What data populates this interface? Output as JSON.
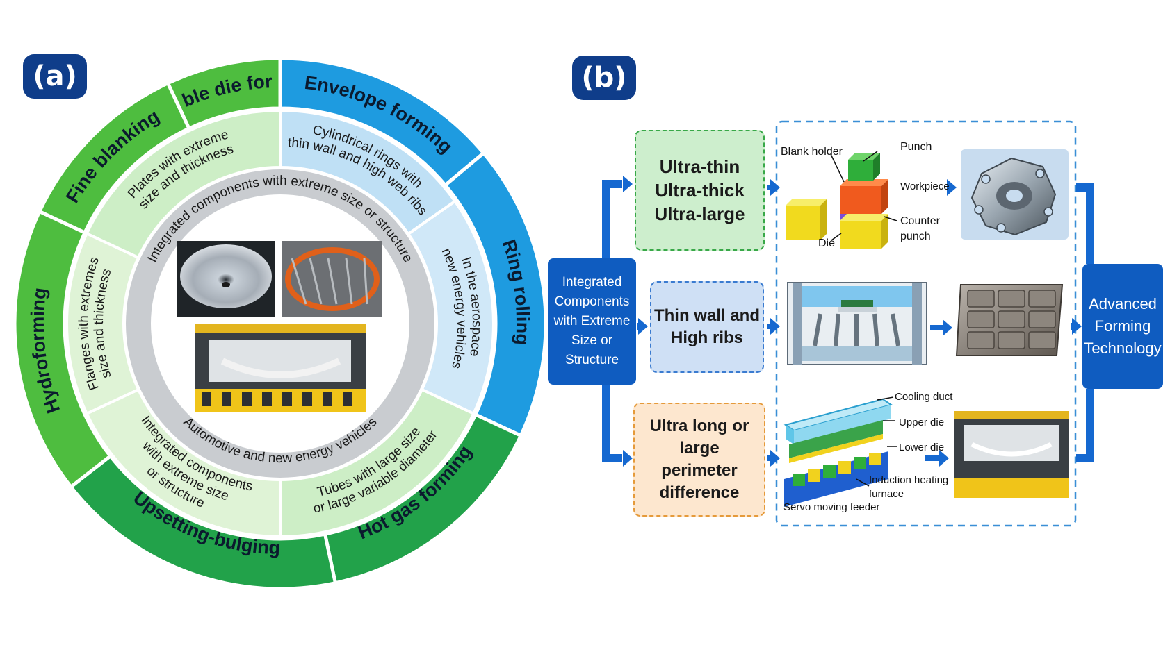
{
  "panel_a": {
    "label": "(a)",
    "outer_ring": [
      {
        "id": "envelope",
        "label": "Envelope forming",
        "color": "#1e9be0"
      },
      {
        "id": "ring",
        "label": "Ring rolling",
        "color": "#1e9be0"
      },
      {
        "id": "hotgas",
        "label": "Hot gas forming",
        "color": "#22a24a"
      },
      {
        "id": "upsetting",
        "label": "Upsetting-bulging",
        "color": "#22a24a"
      },
      {
        "id": "hydro",
        "label": "Hydroforming",
        "color": "#4ebd3f"
      },
      {
        "id": "fine",
        "label": "Fine blanking",
        "color": "#4ebd3f"
      },
      {
        "id": "flexible",
        "label": "Flexible die forming",
        "color": "#4ebd3f"
      }
    ],
    "middle_ring": [
      {
        "id": "cyl",
        "lines": [
          "Cylindrical rings with",
          "thin wall and high web ribs"
        ]
      },
      {
        "id": "aero",
        "lines": [
          "In the aerospace",
          "new energy vehicles"
        ]
      },
      {
        "id": "tubes",
        "lines": [
          "Tubes with large size",
          "or large variable diameter"
        ]
      },
      {
        "id": "integ",
        "lines": [
          "Integrated components",
          "with extreme size",
          "or structure"
        ]
      },
      {
        "id": "flanges",
        "lines": [
          "Flanges with extremes",
          "size and thickness"
        ]
      },
      {
        "id": "plates",
        "lines": [
          "Plates with extreme",
          "size and thickness"
        ]
      }
    ],
    "inner_ring_top": "Integrated components with extreme size or structure",
    "inner_ring_bottom": "Automotive and new energy vehicles"
  },
  "panel_b": {
    "label": "(b)",
    "center_box": "Integrated Components with Extreme Size or Structure",
    "right_box": "Advanced Forming Technology",
    "categories": [
      {
        "id": "ultra",
        "lines": [
          "Ultra-thin",
          "Ultra-thick",
          "Ultra-large"
        ]
      },
      {
        "id": "thin",
        "lines": [
          "Thin wall and",
          "High ribs"
        ]
      },
      {
        "id": "long",
        "lines": [
          "Ultra long or large",
          "perimeter",
          "difference"
        ]
      }
    ],
    "row1_labels": {
      "blank_holder": "Blank holder",
      "punch": "Punch",
      "workpiece": "Workpiece",
      "counter_punch": "Counter punch",
      "die": "Die"
    },
    "row3_labels": {
      "cooling_duct": "Cooling duct",
      "upper_die": "Upper die",
      "lower_die": "Lower die",
      "induction": "Induction heating furnace",
      "servo": "Servo moving feeder"
    }
  }
}
